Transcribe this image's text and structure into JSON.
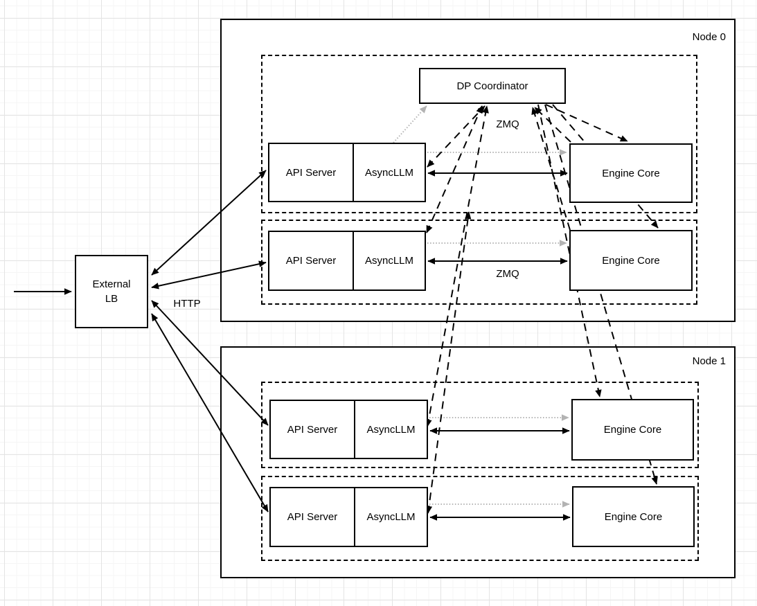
{
  "colors": {
    "line": "#000000",
    "gray_line": "#b3b3b3",
    "box_background": "#ffffff",
    "canvas_grid_minor": "#f5f5f5",
    "canvas_grid_major": "#e4e4e4"
  },
  "external_lb": {
    "label": "External LB"
  },
  "edge_labels": {
    "http": "HTTP",
    "zmq_coordinator": "ZMQ",
    "zmq_row": "ZMQ"
  },
  "nodes": [
    {
      "label": "Node 0",
      "coordinator": {
        "label": "DP Coordinator"
      },
      "rows": [
        {
          "api_server": "API Server",
          "async_llm": "AsyncLLM",
          "engine_core": "Engine Core"
        },
        {
          "api_server": "API Server",
          "async_llm": "AsyncLLM",
          "engine_core": "Engine Core"
        }
      ]
    },
    {
      "label": "Node 1",
      "rows": [
        {
          "api_server": "API Server",
          "async_llm": "AsyncLLM",
          "engine_core": "Engine Core"
        },
        {
          "api_server": "API Server",
          "async_llm": "AsyncLLM",
          "engine_core": "Engine Core"
        }
      ]
    }
  ]
}
